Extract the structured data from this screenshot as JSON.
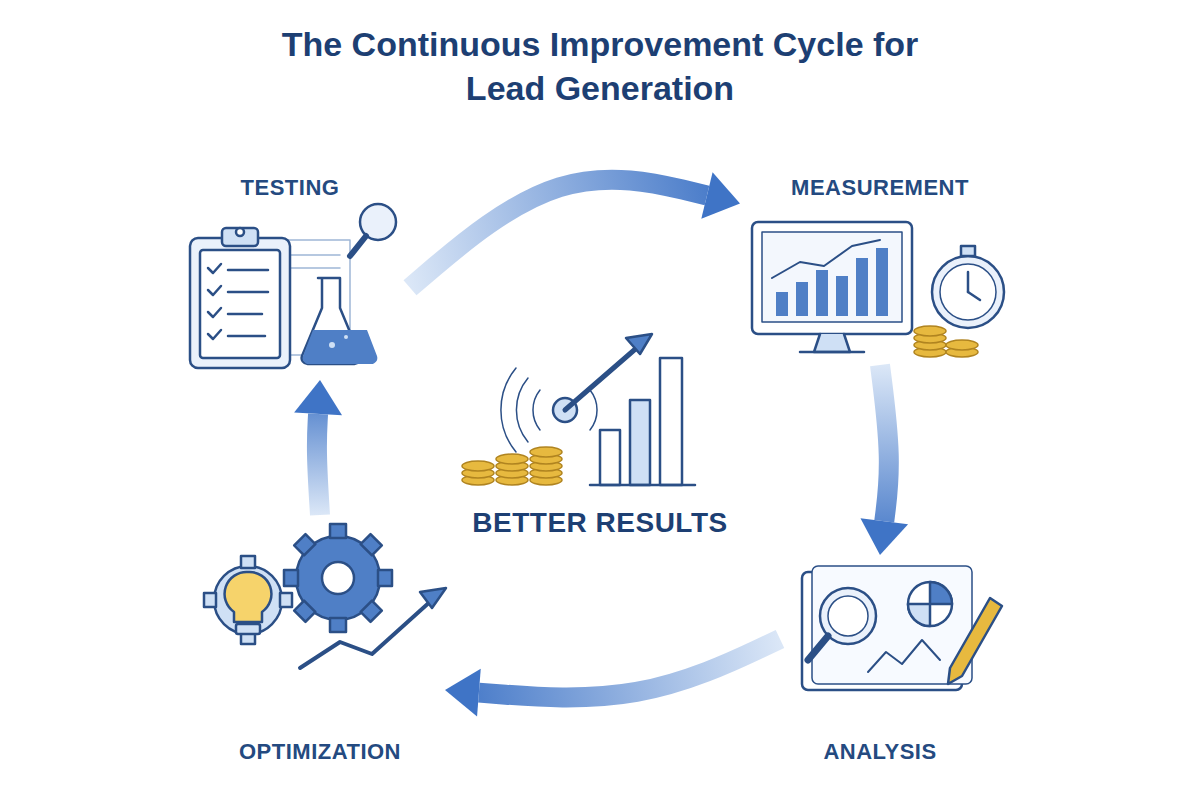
{
  "diagram": {
    "title": "The Continuous Improvement Cycle for Lead Generation",
    "nodes": [
      {
        "text": [
          "TESTING"
        ]
      },
      {
        "text": [
          "MEASUREMENT"
        ]
      },
      {
        "text": [
          "ANALYSIS"
        ]
      },
      {
        "text": [
          "OPTIMIZATION"
        ]
      },
      {
        "text": [
          "BETTER RESULTS"
        ]
      }
    ],
    "edges": [
      {
        "from": 0,
        "to": 1,
        "arrow": "to"
      },
      {
        "from": 1,
        "to": 2,
        "arrow": "to"
      },
      {
        "from": 2,
        "to": 3,
        "arrow": "to"
      },
      {
        "from": 3,
        "to": 0,
        "arrow": "to"
      }
    ]
  }
}
